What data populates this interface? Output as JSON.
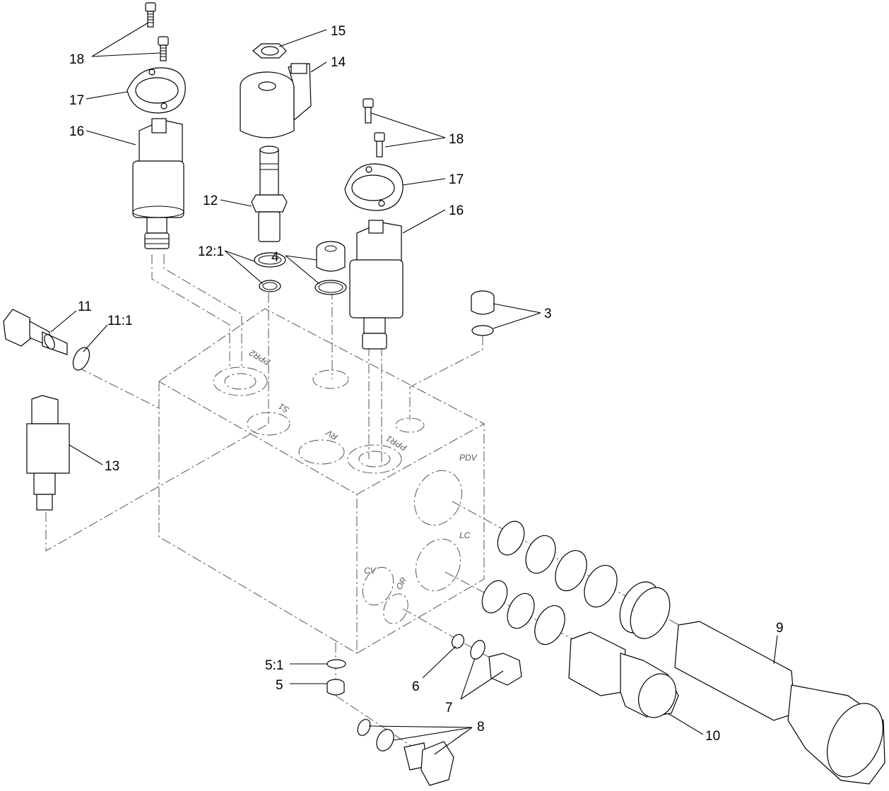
{
  "callouts": {
    "c3": "3",
    "c4": "4",
    "c5": "5",
    "c5_1": "5:1",
    "c6": "6",
    "c7": "7",
    "c8": "8",
    "c9": "9",
    "c10": "10",
    "c11": "11",
    "c11_1": "11:1",
    "c12": "12",
    "c12_1": "12:1",
    "c13": "13",
    "c14": "14",
    "c15": "15",
    "c16a": "16",
    "c16b": "16",
    "c17a": "17",
    "c17b": "17",
    "c18a": "18",
    "c18b": "18"
  },
  "ports": {
    "ppr2": "PPR2",
    "s1": "S1",
    "rv": "RV",
    "ppr1": "PPR1",
    "pdv": "PDV",
    "lc": "LC",
    "cv": "CV",
    "or": "OR"
  }
}
